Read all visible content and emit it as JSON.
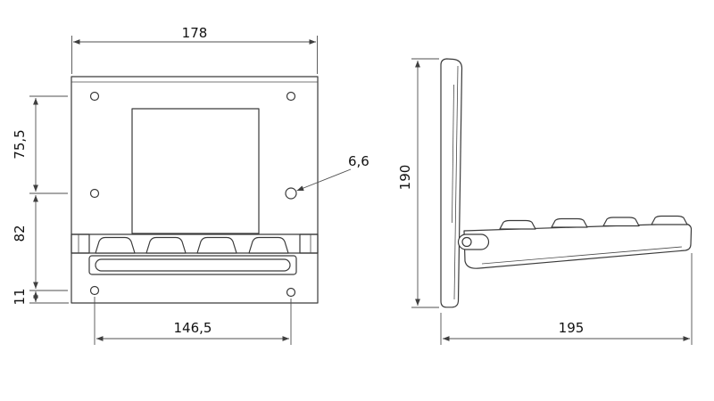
{
  "drawing": {
    "front_view": {
      "overall_width": "178",
      "hole_spacing_upper": "75,5",
      "hole_spacing_lower": "82",
      "bottom_edge_offset": "11",
      "lower_hole_spacing": "146,5",
      "hole_diameter": "6,6"
    },
    "side_view": {
      "overall_height": "190",
      "overall_depth": "195"
    }
  },
  "colors": {
    "line": "#3a3a3a",
    "dimension_line": "#4f4f4f",
    "text": "#121212",
    "background": "#ffffff"
  }
}
